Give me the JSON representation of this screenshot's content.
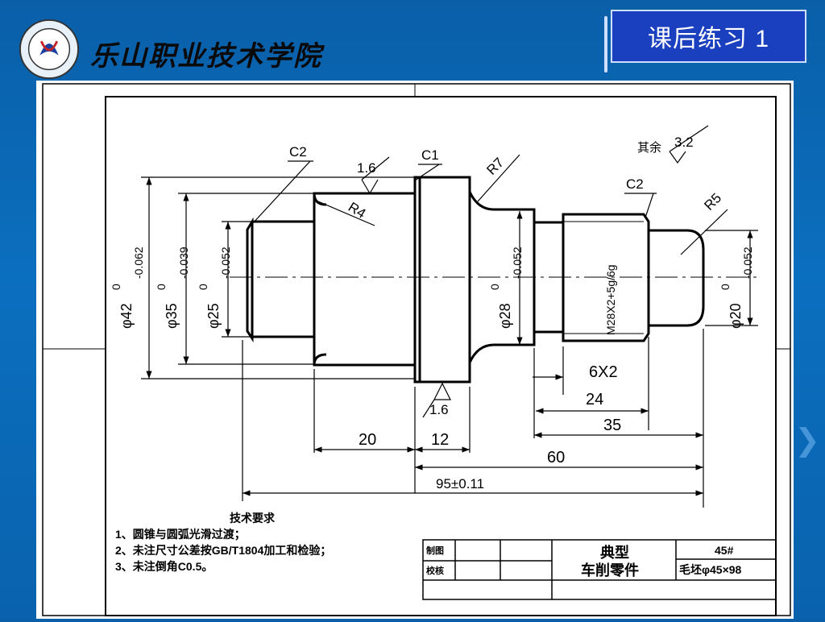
{
  "header": {
    "school_name": "乐山职业技术学院",
    "slide_title": "课后练习 1"
  },
  "drawing": {
    "roughness_general": "3.2",
    "roughness_general_prefix": "其余",
    "roughness_top": "1.6",
    "roughness_bottom": "1.6",
    "chamfers": [
      "C2",
      "C1",
      "C2"
    ],
    "radii": [
      "R7",
      "R4",
      "R5"
    ],
    "diameters": [
      {
        "label": "φ42",
        "upper": "0",
        "lower": "-0.062"
      },
      {
        "label": "φ35",
        "upper": "0",
        "lower": "-0.039"
      },
      {
        "label": "φ25",
        "upper": "0",
        "lower": "-0.052"
      },
      {
        "label": "φ28",
        "upper": "0",
        "lower": "-0.052"
      },
      {
        "label": "φ20",
        "upper": "0",
        "lower": "-0.052"
      }
    ],
    "thread": "M28X2+5g/6g",
    "undercut": "6X2",
    "lengths": {
      "l24": "24",
      "l35": "35",
      "l20": "20",
      "l12": "12",
      "l60": "60",
      "l95": "95±0.11"
    },
    "tech_requirements": {
      "title": "技术要求",
      "items": [
        "1、圆锥与圆弧光滑过渡；",
        "2、未注尺寸公差按GB/T1804加工和检验；",
        "3、未注倒角C0.5。"
      ]
    },
    "title_block": {
      "drawn": "制图",
      "checked": "校核",
      "part_name_1": "典型",
      "part_name_2": "车削零件",
      "material": "45#",
      "blank": "毛坯φ45×98"
    }
  }
}
